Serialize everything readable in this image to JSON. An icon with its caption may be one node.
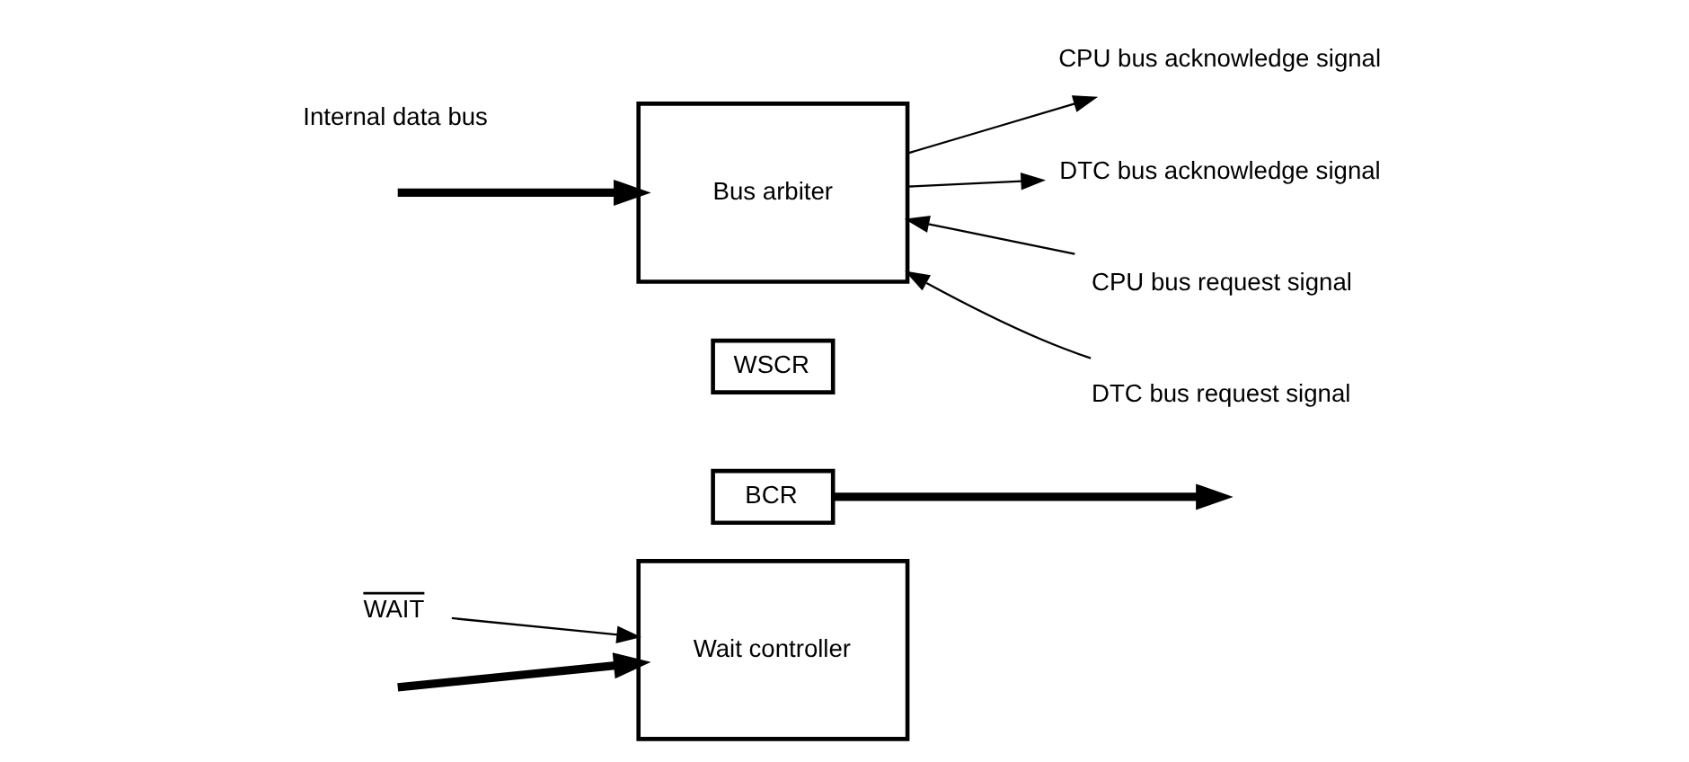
{
  "diagram": {
    "nodes": [
      {
        "text": [
          "WAIT"
        ]
      },
      {
        "text": [
          "BCR"
        ]
      },
      {
        "text": [
          "WSCR"
        ]
      },
      {
        "text": [
          "Wait controller"
        ]
      },
      {
        "text": [
          "Bus arbiter"
        ]
      },
      {
        "text": [
          "CPU bus request signal"
        ]
      },
      {
        "text": [
          "DTC bus request signal"
        ]
      },
      {
        "text": [
          "CPU bus acknowledge signal"
        ]
      },
      {
        "text": [
          "DTC bus acknowledge signal"
        ]
      }
    ],
    "edges": [
      {
        "from": 0,
        "to": 3,
        "arrow": "to"
      },
      {
        "from": null,
        "to": 3,
        "arrow": "to",
        "style": "thick"
      },
      {
        "from": null,
        "to": 4,
        "arrow": "to",
        "style": "thick"
      },
      {
        "from": 1,
        "to": null,
        "arrow": "to",
        "style": "thick"
      },
      {
        "from": 5,
        "to": 4,
        "arrow": "to"
      },
      {
        "from": 6,
        "to": 4,
        "arrow": "to"
      },
      {
        "from": 4,
        "to": 7,
        "arrow": "to"
      },
      {
        "from": 4,
        "to": 8,
        "arrow": "to"
      }
    ],
    "labels": [
      "Internal data bus"
    ]
  }
}
